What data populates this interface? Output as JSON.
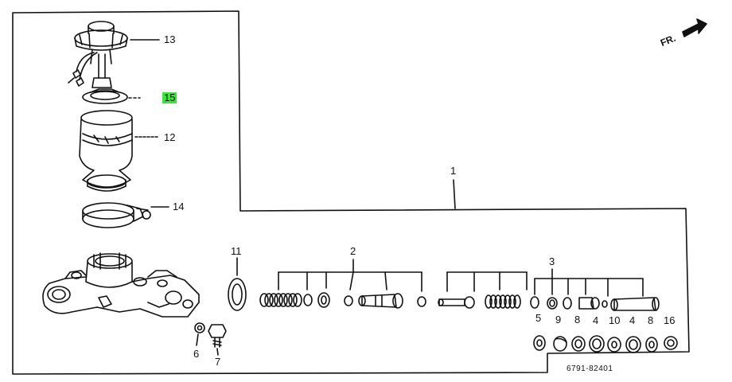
{
  "diagram_code": "6791-82401",
  "direction_label": "FR.",
  "highlight_color": "#39e639",
  "callouts": {
    "c1": "1",
    "c2": "2",
    "c3": "3",
    "c4a": "4",
    "c4b": "4",
    "c5": "5",
    "c6": "6",
    "c7": "7",
    "c8a": "8",
    "c8b": "8",
    "c9": "9",
    "c10": "10",
    "c11": "11",
    "c12": "12",
    "c13": "13",
    "c14": "14",
    "c15": "15",
    "c16": "16"
  }
}
